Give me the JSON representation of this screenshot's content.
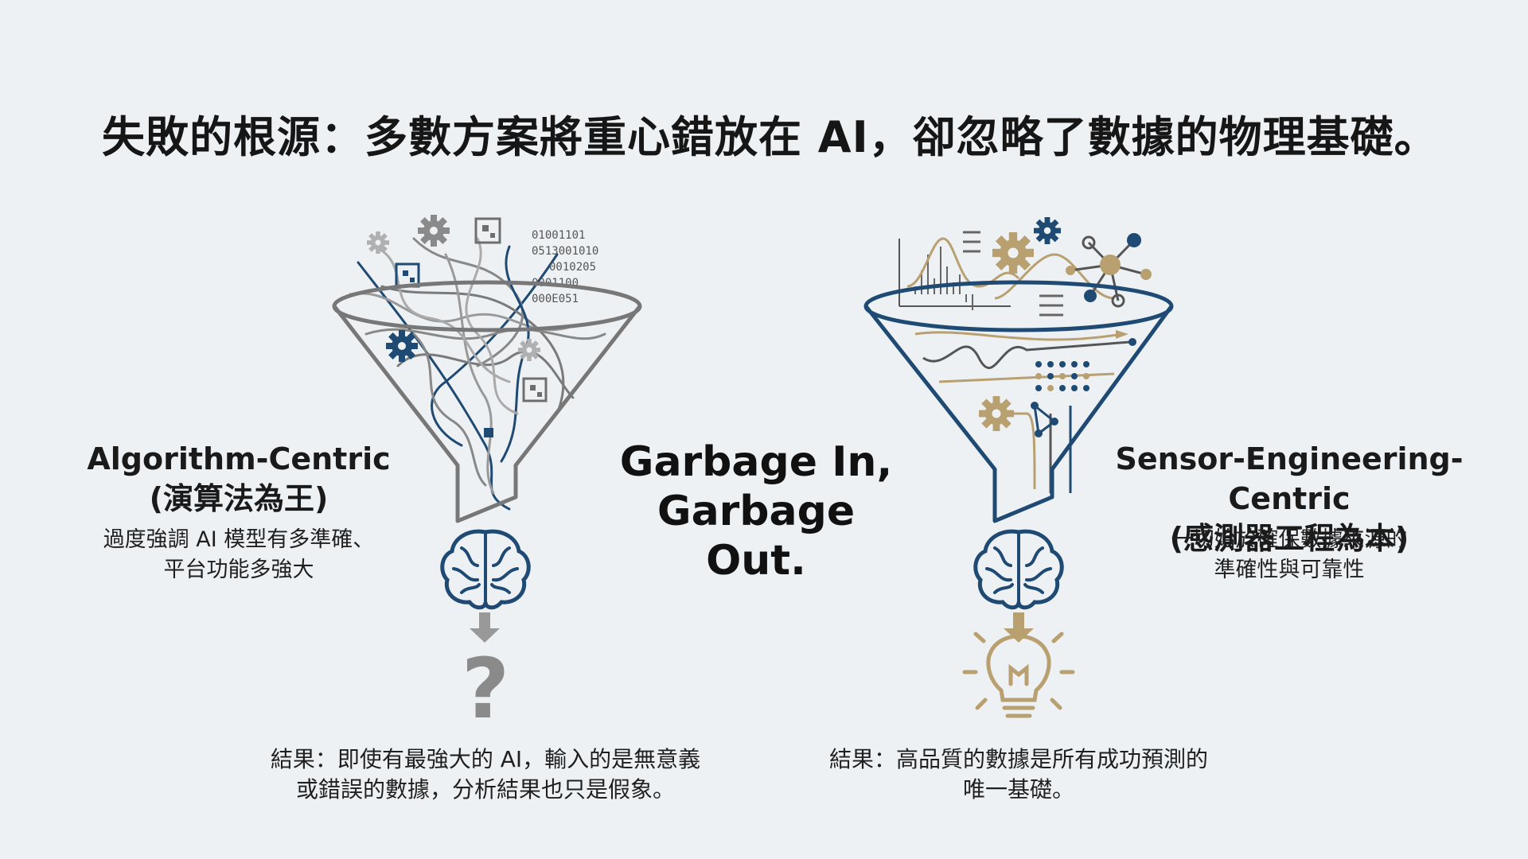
{
  "title": "失敗的根源：多數方案將重心錯放在 AI，卻忽略了數據的物理基礎。",
  "left": {
    "heading_line1": "Algorithm-Centric",
    "heading_line2": "(演算法為王)",
    "desc_line1": "過度強調 AI 模型有多準確、",
    "desc_line2": "平台功能多強大",
    "binary_lines": [
      "01001101",
      "0513001010",
      "0010205",
      "0001100",
      "000E051"
    ],
    "outcome_icon": "question-mark-icon",
    "outcome_glyph": "?",
    "result_line1": "結果：即使有最強大的 AI，輸入的是無意義",
    "result_line2": "或錯誤的數據，分析結果也只是假象。"
  },
  "center": {
    "line1": "Garbage In,",
    "line2": "Garbage Out."
  },
  "right": {
    "heading_line1": "Sensor-Engineering-Centric",
    "heading_line2": "(感測器工程為本)",
    "desc_line1": "一切始於確保數據來源的",
    "desc_line2": "準確性與可靠性",
    "outcome_icon": "lightbulb-icon",
    "result_line1": "結果：高品質的數據是所有成功預測的",
    "result_line2": "唯一基礎。"
  },
  "colors": {
    "background": "#eef1f4",
    "navy": "#1f4a73",
    "gold": "#b8a070",
    "gray": "#6e6e6e"
  }
}
